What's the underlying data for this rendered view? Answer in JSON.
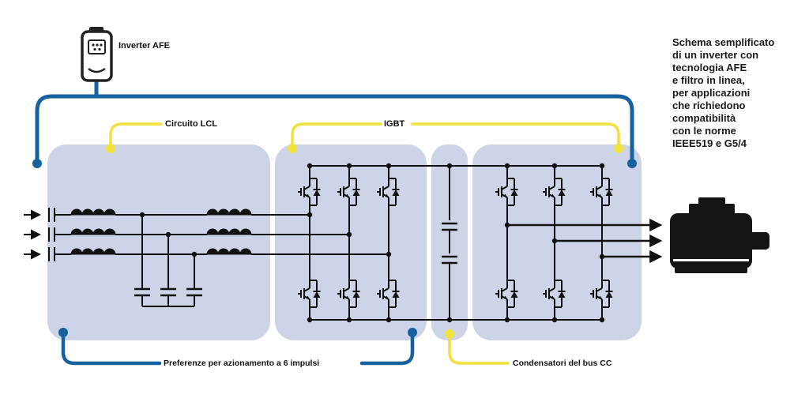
{
  "diagram": {
    "labels": {
      "inverter_afe": "Inverter AFE",
      "circuito_lcl": "Circuito LCL",
      "igbt": "IGBT",
      "condensatori_bus_cc": "Condensatori del bus CC",
      "preferenze_6_impulsi": "Preferenze per azionamento a 6 impulsi"
    },
    "caption": "Schema semplificato\ndi un inverter con\ntecnologia AFE\ne filtro in linea,\nper applicazioni\nche richiedono\ncompatibilità\ncon le norme\nIEEE519 e G5/4",
    "icons": {
      "inverter": "inverter-device-icon",
      "motor": "ac-motor-icon"
    },
    "colors": {
      "background": "#ffffff",
      "block_fill": "#cdd4e8",
      "callout_yellow": "#f0e13c",
      "wire_blue": "#15629f",
      "schematic": "#111111"
    }
  }
}
